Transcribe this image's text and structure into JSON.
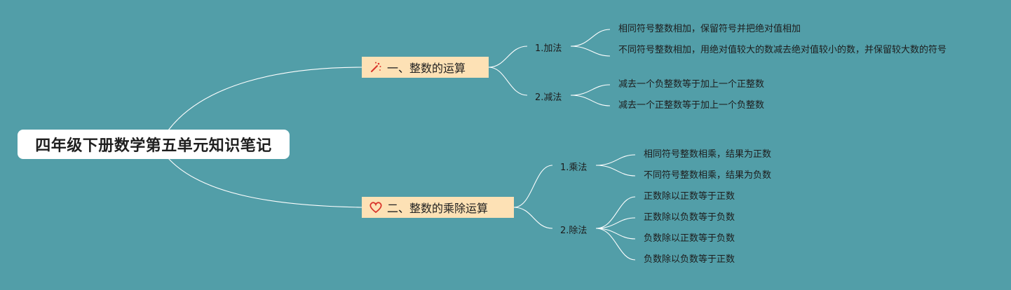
{
  "root": {
    "title": "四年级下册数学第五单元知识笔记"
  },
  "branches": [
    {
      "label": "一、整数的运算",
      "icon": "magic-wand-icon",
      "children": [
        {
          "label": "1.加法",
          "leaves": [
            "相同符号整数相加，保留符号并把绝对值相加",
            "不同符号整数相加，用绝对值较大的数减去绝对值较小的数，并保留较大数的符号"
          ]
        },
        {
          "label": "2.减法",
          "leaves": [
            "减去一个负整数等于加上一个正整数",
            "减去一个正整数等于加上一个负整数"
          ]
        }
      ]
    },
    {
      "label": "二、整数的乘除运算",
      "icon": "heart-icon",
      "children": [
        {
          "label": "1.乘法",
          "leaves": [
            "相同符号整数相乘，结果为正数",
            "不同符号整数相乘，结果为负数"
          ]
        },
        {
          "label": "2.除法",
          "leaves": [
            "正数除以正数等于正数",
            "正数除以负数等于负数",
            "负数除以正数等于负数",
            "负数除以负数等于正数"
          ]
        }
      ]
    }
  ],
  "colors": {
    "background": "#529ea8",
    "branch_fill": "#fde1b5",
    "root_fill": "#ffffff",
    "line": "#ffffff",
    "icon_accent": "#d9342b"
  }
}
